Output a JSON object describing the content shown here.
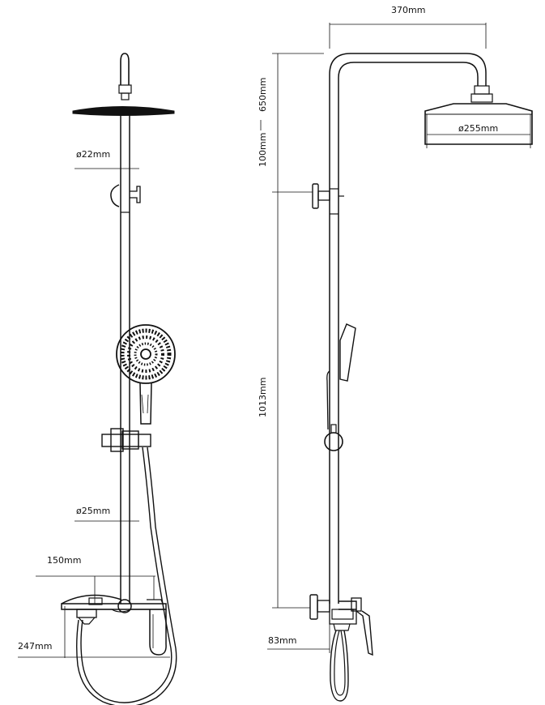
{
  "labels": {
    "head_diameter": "ø22mm",
    "rail_diameter": "ø25mm",
    "mixer_width": "150mm",
    "mixer_depth": "247mm",
    "overhead_reach": "370mm",
    "rain_head_diameter": "ø255mm",
    "upper_height": "650mm",
    "diverter_offset": "100mm",
    "rail_length": "1013mm",
    "spout_offset": "83mm"
  },
  "colors": {
    "line": "#111111",
    "background": "#ffffff"
  }
}
